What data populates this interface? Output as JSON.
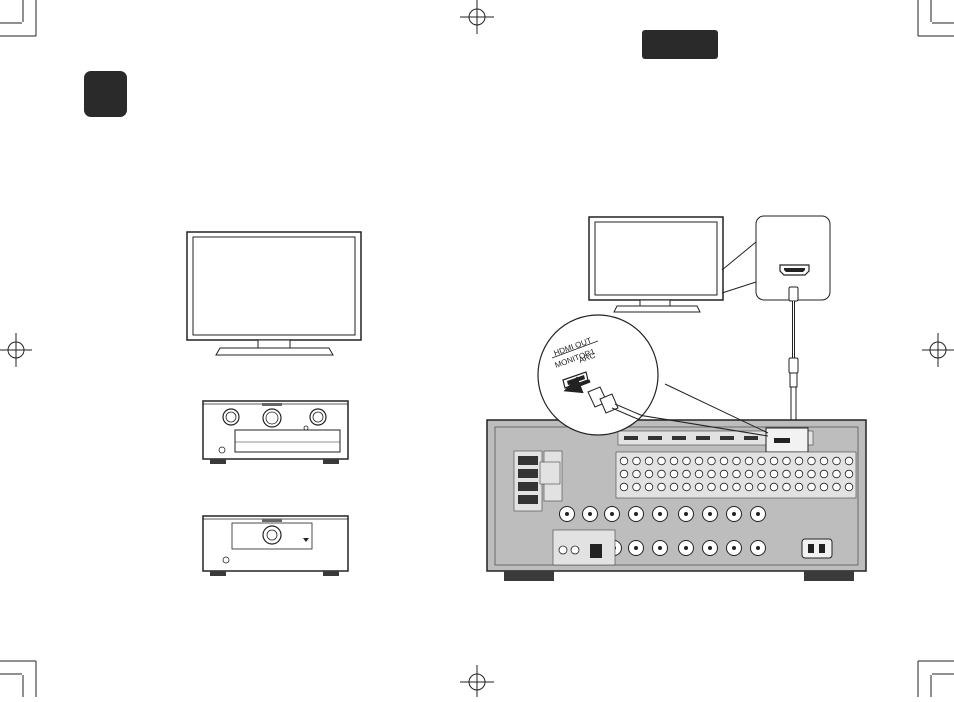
{
  "labels": {
    "callout_hdmi_out": "HDMI OUT",
    "callout_monitor1": "MONITOR1",
    "callout_arc": "ARC"
  },
  "colors": {
    "line": "#222222",
    "tab_fill": "#2a2a2a",
    "chassis_fill": "#bdbdbd",
    "panel_fill": "#e2e2e2",
    "foot_fill": "#3a3a3a"
  },
  "icons": {
    "registration_mark": "crosshair-circle",
    "hdmi_port": "hdmi-port",
    "hdmi_cable": "hdmi-cable",
    "flow_arrow": "arrow-left"
  }
}
